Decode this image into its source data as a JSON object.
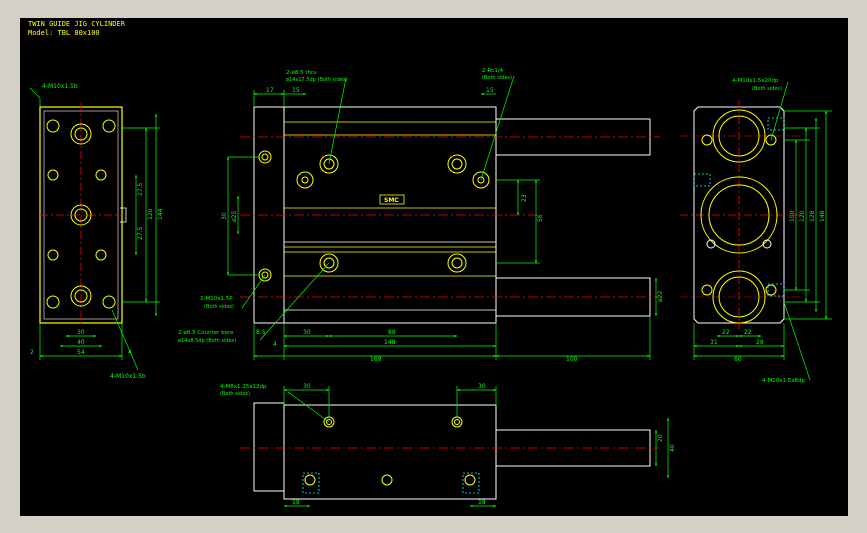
{
  "title": "TWIN GUIDE JIG CYLINDER",
  "model": "Model: TBL 80x100",
  "colors": {
    "outline": "#ffffff",
    "part": "#ffff00",
    "dim": "#00ff00",
    "center": "#ff0000",
    "hidden": "#00ffff",
    "label": "#ffffff"
  },
  "left_view": {
    "callout_top": "4-M10x1.5b",
    "callout_bottom": "4-M10x1.5b",
    "dims": [
      "27.5",
      "27.5",
      "120",
      "144",
      "30",
      "40",
      "54",
      "2",
      "4"
    ]
  },
  "front_view": {
    "callout_a_line1": "2-ø8.5 thru",
    "callout_a_line2": "ø14x17.5dp (Both sides)",
    "callout_b_line1": "2-Rc1/4",
    "callout_b_line2": "(Both sides)",
    "callout_c_line1": "2-M10x1.5P",
    "callout_c_line2": "(Both sides)",
    "callout_d_line1": "2-ø8.5 Counter bore",
    "callout_d_line2": "ø14x8.5dp (Both sides)",
    "badge": "SMC",
    "dims": [
      "17",
      "15",
      "15",
      "30",
      "ø25",
      "23",
      "56",
      "ø22",
      "8.5",
      "4",
      "30",
      "88",
      "148",
      "169",
      "100"
    ]
  },
  "right_view": {
    "callout_top_line1": "4-M10x1.5x20dp",
    "callout_top_line2": "(Both sides)",
    "callout_bottom": "4-M10x1.5x8dp",
    "dims": [
      "100",
      "120",
      "128",
      "148",
      "22",
      "22",
      "31",
      "28",
      "60"
    ]
  },
  "bottom_view": {
    "callout_line1": "4-M8x1.25x12dp",
    "callout_line2": "(Both sides)",
    "dims": [
      "30",
      "30",
      "20",
      "40",
      "18",
      "18"
    ]
  }
}
